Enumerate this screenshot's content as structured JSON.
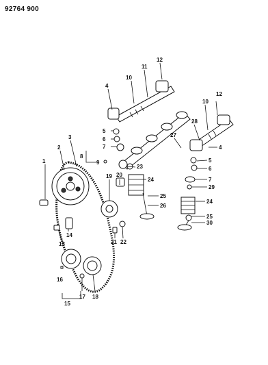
{
  "document_id": "92764 900",
  "callouts": [
    "1",
    "2",
    "3",
    "4",
    "5",
    "6",
    "7",
    "8",
    "9",
    "10",
    "11",
    "12",
    "13",
    "14",
    "15",
    "16",
    "17",
    "18",
    "19",
    "20",
    "21",
    "22",
    "23",
    "24",
    "25",
    "26",
    "27",
    "28",
    "29",
    "30"
  ],
  "callouts_right": [
    "4",
    "5",
    "6",
    "7",
    "10",
    "12",
    "24",
    "25"
  ]
}
